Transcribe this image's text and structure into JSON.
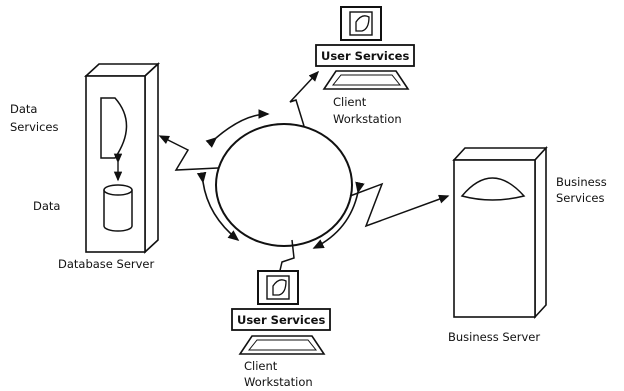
{
  "nodes": {
    "database_server": {
      "caption": "Database Server",
      "layer_label": [
        "Data",
        "Services"
      ],
      "store_label": "Data"
    },
    "business_server": {
      "caption": "Business Server",
      "layer_label": [
        "Business",
        "Services"
      ]
    },
    "client_top": {
      "box_label": "User Services",
      "caption": [
        "Client",
        "Workstation"
      ]
    },
    "client_bottom": {
      "box_label": "User Services",
      "caption": [
        "Client",
        "Workstation"
      ]
    }
  }
}
